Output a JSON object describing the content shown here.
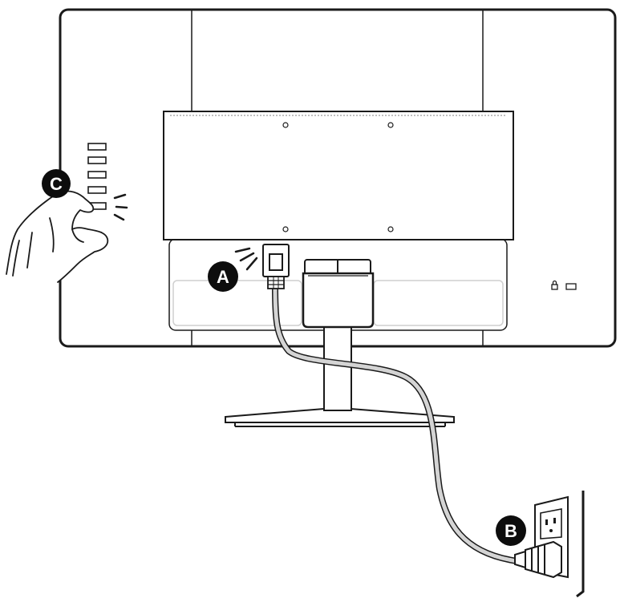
{
  "callouts": {
    "a": "A",
    "b": "B",
    "c": "C"
  },
  "colors": {
    "line": "#1a1a1a",
    "soft_line": "#cfcfcf",
    "callout_fill": "#0d0d0d",
    "background": "#ffffff"
  }
}
